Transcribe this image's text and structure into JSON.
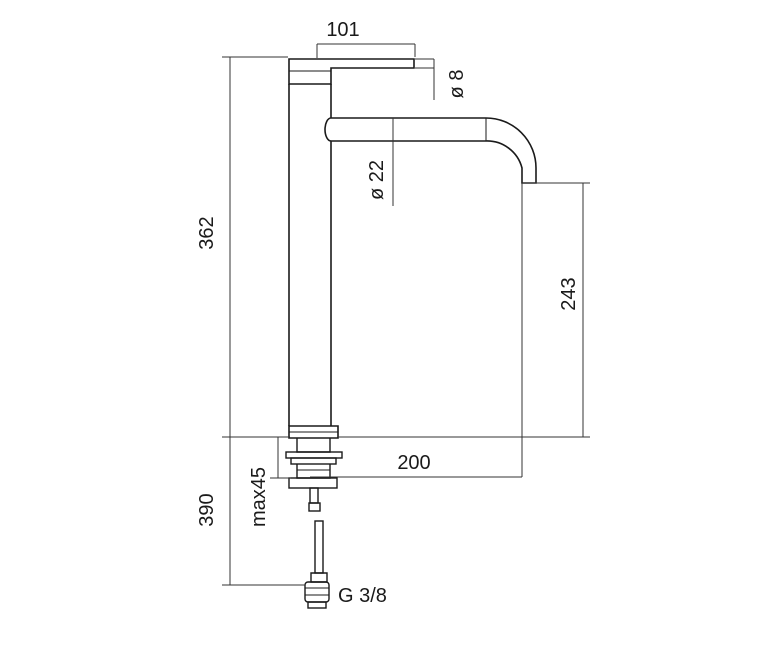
{
  "drawing": {
    "colors": {
      "line": "#1a1a1a",
      "dim_line": "#333333",
      "background": "#ffffff"
    },
    "dimensions": {
      "lever_length": "101",
      "lever_diameter": "ø 8",
      "spout_diameter": "ø 22",
      "total_height": "362",
      "spout_height": "243",
      "spout_reach": "200",
      "max_thickness": "max45",
      "hose_length": "390",
      "connection": "G 3/8"
    }
  }
}
